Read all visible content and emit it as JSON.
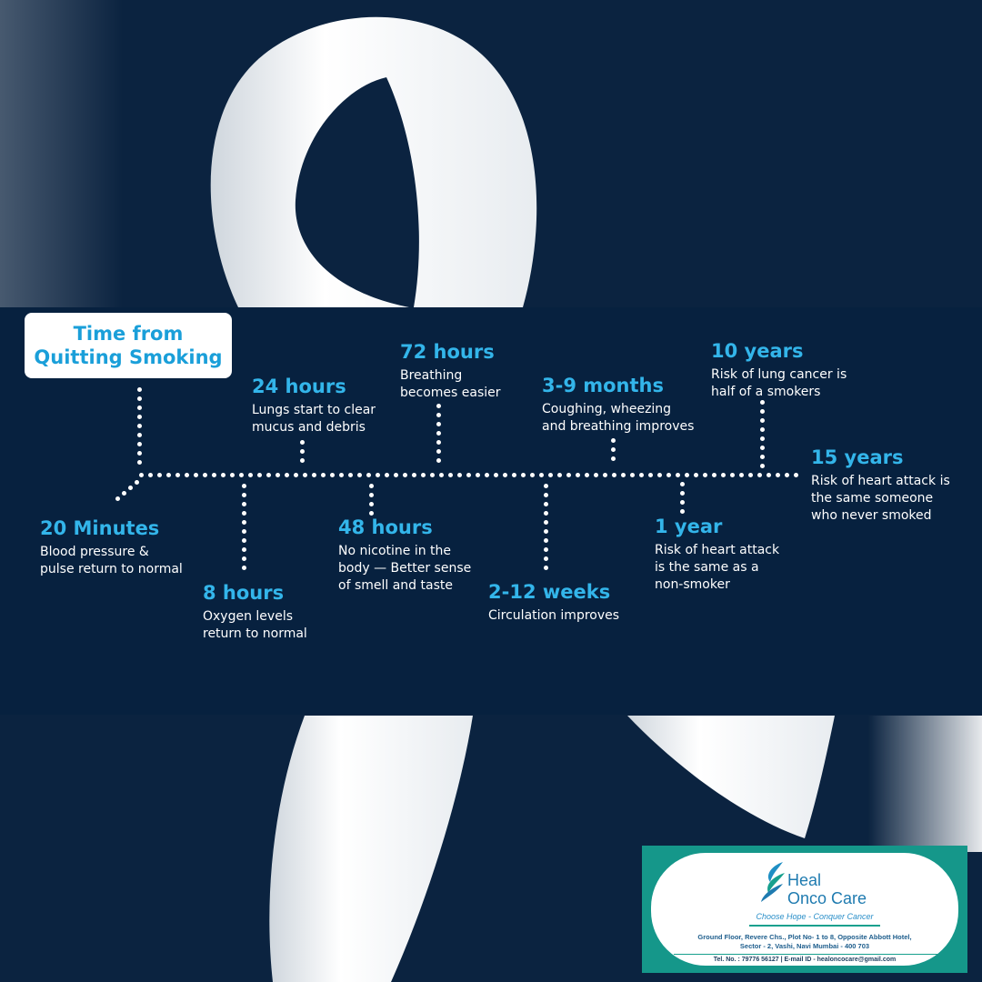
{
  "title": {
    "line1": "Time from",
    "line2": "Quitting Smoking"
  },
  "milestones_top": [
    {
      "head": "24 hours",
      "desc": [
        "Lungs start to clear",
        "mucus and debris"
      ]
    },
    {
      "head": "72 hours",
      "desc": [
        "Breathing",
        "becomes easier"
      ]
    },
    {
      "head": "3-9 months",
      "desc": [
        "Coughing, wheezing",
        "and breathing improves"
      ]
    },
    {
      "head": "10 years",
      "desc": [
        "Risk of lung cancer is",
        "half of a smokers"
      ]
    },
    {
      "head": "15 years",
      "desc": [
        "Risk of heart attack is",
        "the same someone",
        "who never smoked"
      ]
    }
  ],
  "milestones_bottom": [
    {
      "head": "20 Minutes",
      "desc": [
        "Blood pressure &",
        "pulse return to normal"
      ]
    },
    {
      "head": "8 hours",
      "desc": [
        "Oxygen levels",
        "return to normal"
      ]
    },
    {
      "head": "48 hours",
      "desc": [
        "No nicotine in the",
        "body — Better sense",
        "of smell and taste"
      ]
    },
    {
      "head": "2-12 weeks",
      "desc": [
        "Circulation improves"
      ]
    },
    {
      "head": "1 year",
      "desc": [
        "Risk of heart attack",
        "is the same as a",
        "non-smoker"
      ]
    }
  ],
  "logo": {
    "brand_line1": "Heal",
    "brand_line2": "Onco Care",
    "tagline": "Choose Hope - Conquer Cancer",
    "address_line1": "Ground Floor, Revere Chs., Plot No- 1 to 8, Opposite Abbott Hotel,",
    "address_line2": "Sector - 2, Vashi, Navi Mumbai - 400 703",
    "contact": "Tel. No. : 79776 56127 | E-mail ID - healoncocare@gmail.com"
  },
  "colors": {
    "background": "#0b2340",
    "accent": "#33b5ea",
    "title_text": "#1a9fd9",
    "logo_card": "#15978a"
  }
}
